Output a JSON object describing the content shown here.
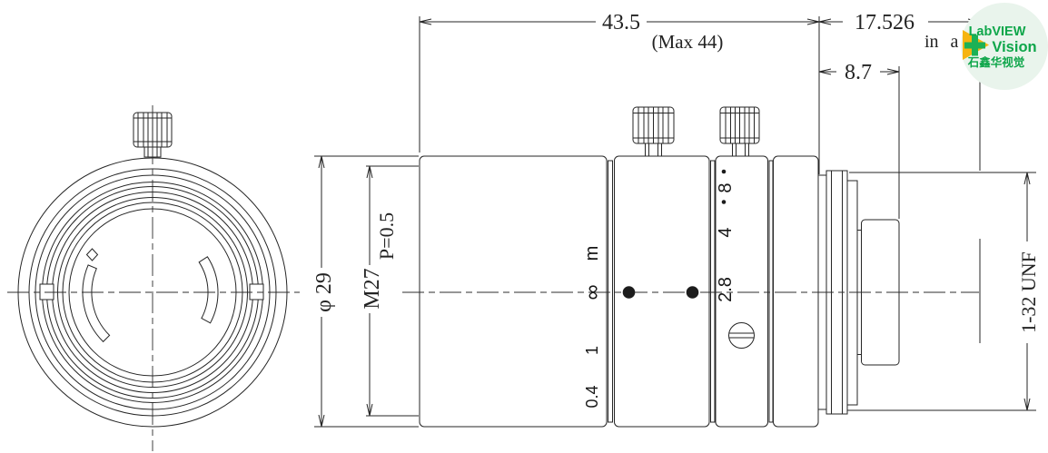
{
  "drawing": {
    "dimensions": {
      "total_length": "43.5",
      "max_length": "(Max 44)",
      "flange_distance": "17.526",
      "flange_note": "in a",
      "rear_distance": "8.7",
      "front_diameter": "φ 29",
      "filter_thread": "M27",
      "filter_thread_pitch": "P=0.5",
      "mount_thread": "1-32 UNF"
    },
    "focus_scale": {
      "unit": "m",
      "infinity": "∞",
      "mark_1": "1",
      "mark_04": "0.4"
    },
    "aperture_scale": {
      "f8": "8",
      "f4": "4",
      "f28": "2.8"
    },
    "logo": {
      "name": "LabVIEW",
      "name2": "Vision",
      "chinese": "石鑫华视觉",
      "green": "#0ea64a",
      "yellow": "#f6b40f",
      "bg": "#e9f4ec"
    }
  }
}
